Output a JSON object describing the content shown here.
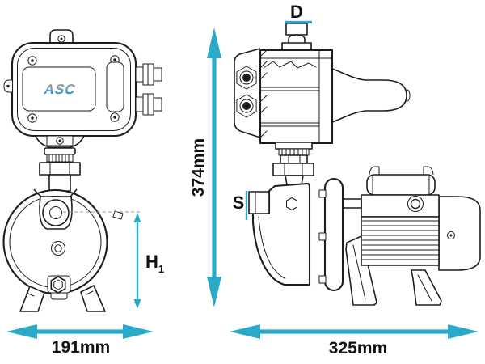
{
  "diagram": {
    "type": "pump-dimension-drawing",
    "brand_logo": "ASC",
    "accent_color": "#2BA9C9",
    "line_color": "#1D1D1B",
    "logo_colors": {
      "top": "#8E959C",
      "bottom": "#2F9AD0"
    },
    "labels": {
      "discharge": "D",
      "suction": "S",
      "inlet_height": "H",
      "inlet_height_subscript": "1",
      "total_height": "374mm",
      "front_width": "191mm",
      "side_length": "325mm"
    }
  }
}
